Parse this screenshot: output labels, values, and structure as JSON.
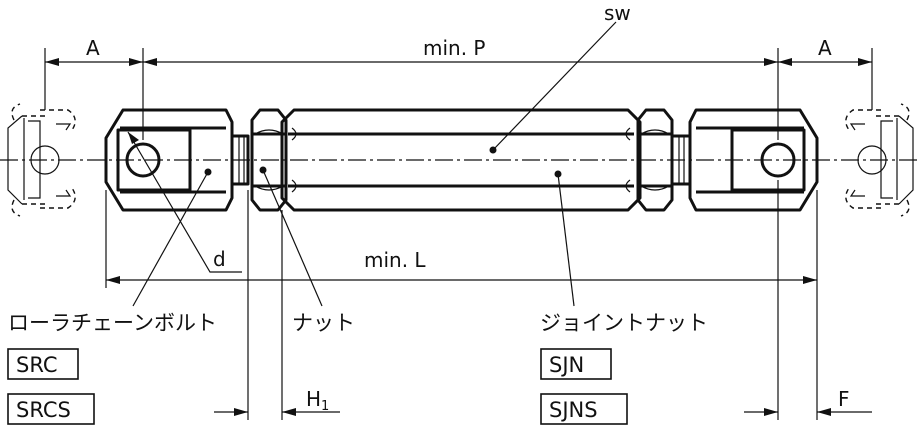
{
  "dimensions": {
    "a_left": "A",
    "a_right": "A",
    "min_p": "min. P",
    "sw": "sw",
    "d": "d",
    "min_l": "min. L",
    "h1_main": "H",
    "h1_sub": "1",
    "f": "F"
  },
  "callouts": {
    "roller_chain_bolt": "ローラチェーンボルト",
    "nut": "ナット",
    "joint_nut": "ジョイントナット"
  },
  "model_codes": {
    "src": "SRC",
    "srcs": "SRCS",
    "sjn": "SJN",
    "sjns": "SJNS"
  }
}
